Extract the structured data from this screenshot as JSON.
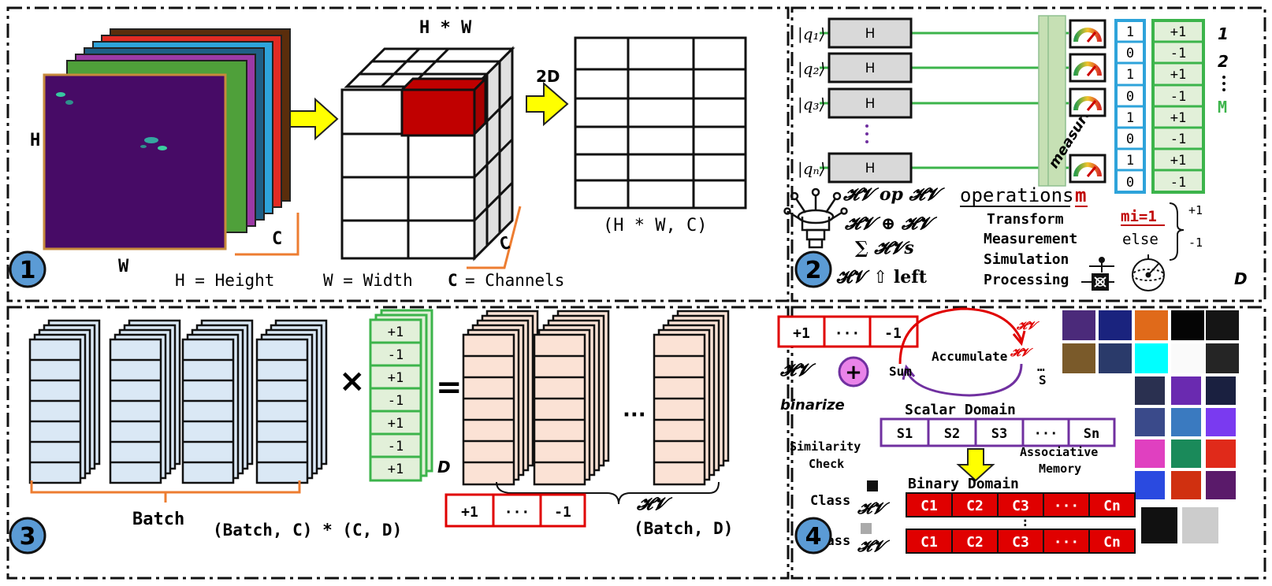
{
  "panel1": {
    "number": "1",
    "h_label": "H",
    "w_label": "W",
    "c_label_a": "C",
    "c_label_b": "C",
    "hw_label": "H * W",
    "to2d_label": "2D",
    "shape_label": "(H * W, C)",
    "legend_h": "H = Height",
    "legend_w": "W = Width",
    "legend_c_letter": "C",
    "legend_c_text": "= Channels"
  },
  "panel2": {
    "number": "2",
    "qubits": [
      "|q₁⟩",
      "|q₂⟩",
      "|q₃⟩",
      "|qₙ⟩"
    ],
    "gate_label": "H",
    "measure_label": "measure",
    "bits": [
      "1",
      "0",
      "1",
      "0",
      "1",
      "0",
      "1",
      "0"
    ],
    "bipolar": [
      "+1",
      "-1",
      "+1",
      "-1",
      "+1",
      "-1",
      "+1",
      "-1"
    ],
    "index_1": "1",
    "index_2": "2",
    "index_m": "M",
    "hv_op_hv": "𝓗𝓥 op 𝓗𝓥",
    "operations_word": "operations",
    "operations_m": "m",
    "hv_xor": "𝓗𝓥 ⊕ 𝓗𝓥",
    "sum_hv": "∑ 𝓗𝓥s",
    "hv_shift": "𝓗𝓥 ⇧ left",
    "ops": [
      "Transform",
      "Measurement",
      "Simulation",
      "Processing"
    ],
    "rule_cond": "mi=1",
    "rule_plus": "+1",
    "rule_else": "else",
    "rule_minus": "-1",
    "d_label": "D"
  },
  "panel3": {
    "number": "3",
    "batch_label": "Batch",
    "times": "×",
    "equals": "=",
    "vector": [
      "+1",
      "-1",
      "+1",
      "-1",
      "+1",
      "-1",
      "+1"
    ],
    "d_label": "D",
    "ellipsis": "···",
    "shape_left": "(Batch, C) * (C, D)",
    "hv_label": "𝓗𝓥",
    "shape_right": "(Batch, D)",
    "hv_cells": [
      "+1",
      "···",
      "-1"
    ]
  },
  "panel4": {
    "number": "4",
    "hv_cells": [
      "+1",
      "···",
      "-1"
    ],
    "accumulate": "Accumulate",
    "hv_small_1": "𝓗𝓥",
    "hv_small_2": "𝓗𝓥",
    "hv_label": "𝓗𝓥",
    "plus": "+",
    "sum": "Sum",
    "s_dots": "…",
    "s_label": "S",
    "binarize": "binarize",
    "scalar_domain": "Scalar Domain",
    "scalar_cells": [
      "S1",
      "S2",
      "S3",
      "···",
      "Sn"
    ],
    "similarity_1": "Similarity",
    "similarity_2": "Check",
    "associative_1": "Associative",
    "associative_2": "Memory",
    "binary_domain": "Binary Domain",
    "class_label": "Class",
    "class_cells": [
      "C1",
      "C2",
      "C3",
      "···",
      "Cn"
    ],
    "colon": ":"
  },
  "colors": {
    "orange": "#ED7D31",
    "green": "#3CB44B",
    "blue": "#2EA3DA",
    "red": "#E00000",
    "purple": "#7030A0",
    "yellow": "#FFFF00",
    "cell_blue": "#DAE8F5",
    "cell_pink": "#FBE2D5"
  }
}
